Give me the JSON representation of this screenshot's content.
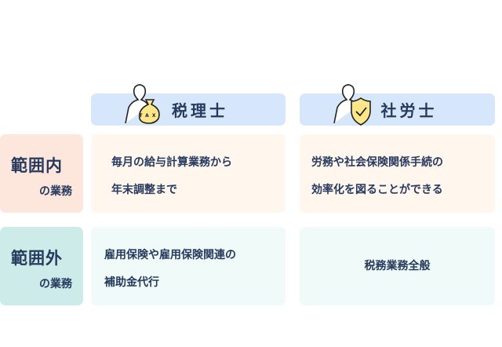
{
  "columns": [
    {
      "title": "税理士",
      "icon": "tax-advisor-icon",
      "badge": "TAX"
    },
    {
      "title": "社労士",
      "icon": "labor-advisor-shield-icon"
    }
  ],
  "rows": [
    {
      "label_main": "範囲内",
      "label_sub": "の業務",
      "cells": [
        [
          "毎月の給与計算業務から",
          "年末調整まで"
        ],
        [
          "労務や社会保険関係手続の",
          "効率化を図ることができる"
        ]
      ]
    },
    {
      "label_main": "範囲外",
      "label_sub": "の業務",
      "cells": [
        [
          "雇用保険や雇用保険関連の",
          "補助金代行"
        ],
        [
          "税務業務全般"
        ]
      ]
    }
  ],
  "colors": {
    "header": "#d6e6fb",
    "text": "#263a5e",
    "in_label": "#fde6dc",
    "in_cell": "#fff6ee",
    "out_label": "#cdece9",
    "out_cell": "#f0faf8"
  }
}
